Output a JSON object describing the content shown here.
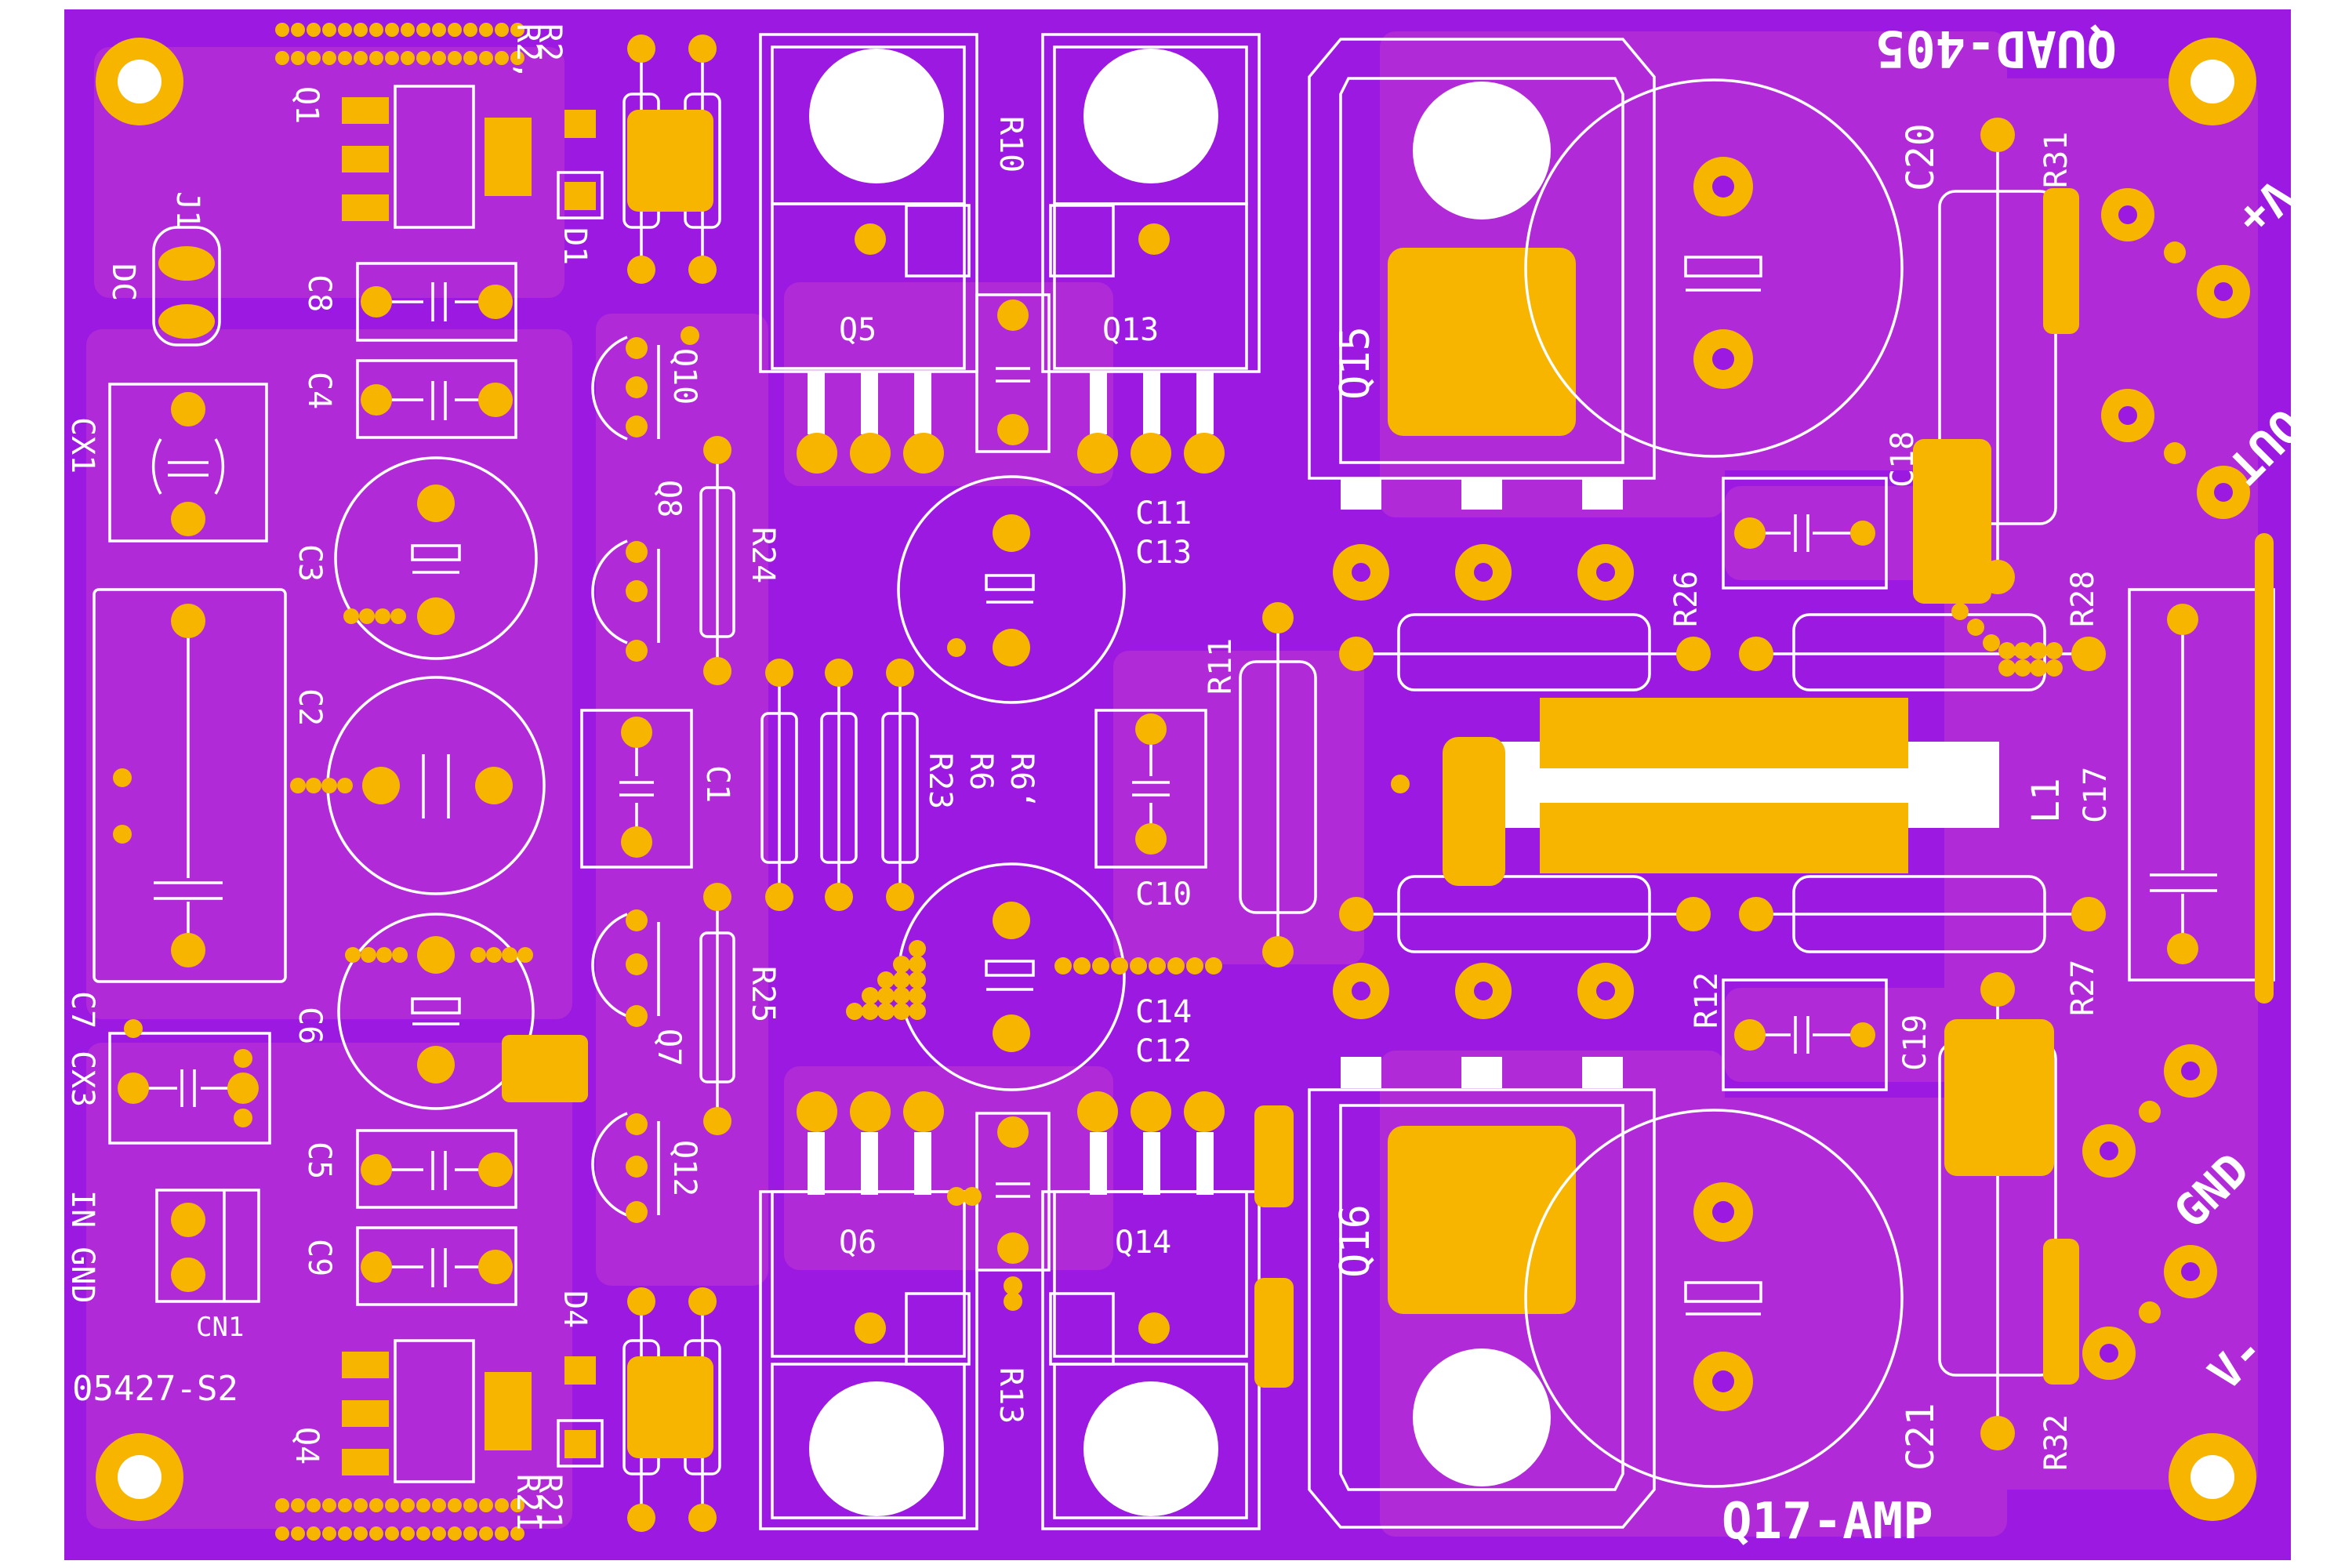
{
  "board": {
    "title_top": "QUAD-405",
    "title_bottom": "Q17-AMP",
    "code": "05427-S2",
    "colors": {
      "board": "#9b19e0",
      "copper": "#b92fd6",
      "pad": "#f7b500",
      "silk": "#ffffff"
    }
  },
  "labels": {
    "q1": "Q1",
    "q4": "Q4",
    "q5": "Q5",
    "q6": "Q6",
    "q7": "Q7",
    "q8": "Q8",
    "q10": "Q10",
    "q12": "Q12",
    "q13": "Q13",
    "q14": "Q14",
    "q15": "Q15",
    "q16": "Q16",
    "r2": "R2",
    "r2b": "R2‚",
    "r10": "R10",
    "r11": "R11",
    "r12": "R12",
    "r13": "R13",
    "r21": "R21",
    "r21b": "R21",
    "r23": "R23",
    "r6": "R6",
    "r6b": "R6‘",
    "r24": "R24",
    "r25": "R25",
    "r26": "R26",
    "r27": "R27",
    "r28": "R28",
    "r31": "R31",
    "r32": "R32",
    "c1": "C1",
    "c2": "C2",
    "c3": "C3",
    "c4": "C4",
    "c5": "C5",
    "c6": "C6",
    "c7": "C7",
    "c8": "C8",
    "c9": "C9",
    "c10": "C10",
    "c11": "C11",
    "c12": "C12",
    "c13": "C13",
    "c14": "C14",
    "c17": "C17",
    "c18": "C18",
    "c19": "C19",
    "c20": "C20",
    "c21": "C21",
    "cx1": "CX1",
    "cx3": "CX3",
    "d1": "D1",
    "d4": "D4",
    "j1": "J1",
    "dc": "DC",
    "l1": "L1",
    "cn1": "CN1",
    "in_gnd": "IN GND",
    "vplus": "V+",
    "vminus": "V-",
    "out": "OUT",
    "gnd": "GND"
  }
}
